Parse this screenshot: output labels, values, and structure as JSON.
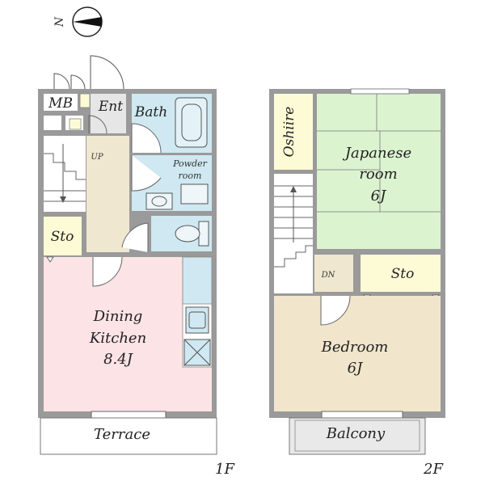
{
  "compass": {
    "north_label": "N"
  },
  "floor1": {
    "label": "1F",
    "rooms": {
      "mb": "MB",
      "entrance": "Ent",
      "bath": "Bath",
      "powder_line1": "Powder",
      "powder_line2": "room",
      "storage": "Sto",
      "stairs_up": "UP",
      "dining_line1": "Dining",
      "dining_line2": "Kitchen",
      "dining_line3": "8.4J",
      "terrace": "Terrace"
    }
  },
  "floor2": {
    "label": "2F",
    "rooms": {
      "oshiire": "Oshiire",
      "japanese_line1": "Japanese",
      "japanese_line2": "room",
      "japanese_line3": "6J",
      "storage": "Sto",
      "stairs_down": "DN",
      "bedroom_line1": "Bedroom",
      "bedroom_line2": "6J",
      "balcony": "Balcony"
    }
  },
  "colors": {
    "dining": "#fbe3e6",
    "japanese": "#dcf3d0",
    "bedroom": "#f1e6cc",
    "storage": "#fdfbd6",
    "wet_area": "#cfe8f1",
    "entrance": "#e6e6e6",
    "hall": "#efe7cf",
    "terrace": "#ffffff",
    "balcony": "#e9e9e9",
    "wall": "#9a9a9a"
  }
}
